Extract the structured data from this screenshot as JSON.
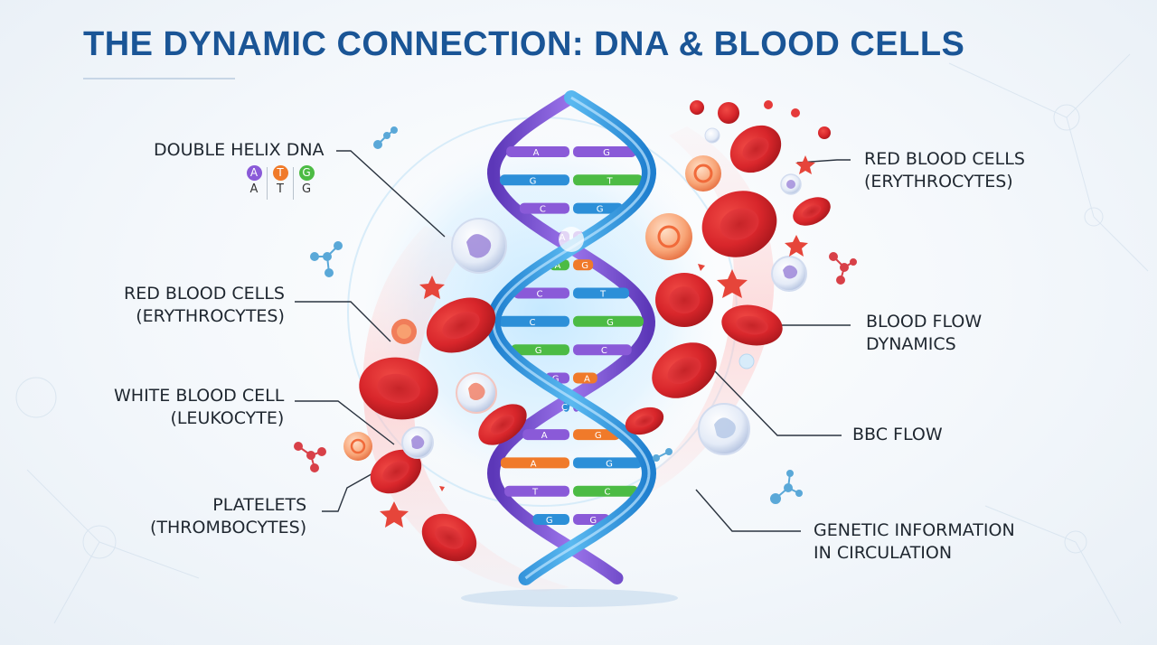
{
  "title": "THE DYNAMIC CONNECTION: DNA & BLOOD CELLS",
  "colors": {
    "title": "#1a5596",
    "helix_blue": "#2a8fd6",
    "helix_purple": "#7b4fd1",
    "rbc_red": "#d8262b",
    "base_pair_colors": [
      "#2c8fd8",
      "#4cbb44",
      "#8a5ad8",
      "#f07a2a"
    ]
  },
  "legend_bases": [
    {
      "letter": "A",
      "color": "#8a5ad8"
    },
    {
      "letter": "T",
      "color": "#f07a2a"
    },
    {
      "letter": "G",
      "color": "#4cbb44"
    }
  ],
  "labels_left": [
    {
      "id": "double-helix",
      "lines": [
        "DOUBLE HELIX DNA"
      ]
    },
    {
      "id": "rbc-left",
      "lines": [
        "RED BLOOD CELLS",
        "(ERYTHROCYTES)"
      ]
    },
    {
      "id": "wbc",
      "lines": [
        "WHITE BLOOD CELL",
        "(LEUKOCYTE)"
      ]
    },
    {
      "id": "platelets",
      "lines": [
        "PLATELETS",
        "(THROMBOCYTES)"
      ]
    }
  ],
  "labels_right": [
    {
      "id": "rbc-right",
      "lines": [
        "RED BLOOD CELLS",
        "(ERYTHROCYTES)"
      ]
    },
    {
      "id": "blood-flow",
      "lines": [
        "BLOOD FLOW",
        "DYNAMICS"
      ]
    },
    {
      "id": "bbc-flow",
      "lines": [
        "BBC FLOW"
      ]
    },
    {
      "id": "genetic-info",
      "lines": [
        "GENETIC INFORMATION",
        "IN CIRCULATION"
      ]
    }
  ],
  "base_pairs": [
    {
      "left": "A",
      "right": "G",
      "lc": "#8a5ad8",
      "rc": "#8a5ad8"
    },
    {
      "left": "G",
      "right": "T",
      "lc": "#2c8fd8",
      "rc": "#4cbb44"
    },
    {
      "left": "C",
      "right": "G",
      "lc": "#8a5ad8",
      "rc": "#2c8fd8"
    },
    {
      "left": "A",
      "right": "G",
      "lc": "#8a5ad8",
      "rc": "#8a5ad8"
    },
    {
      "left": "A",
      "right": "G",
      "lc": "#4cbb44",
      "rc": "#f07a2a"
    },
    {
      "left": "C",
      "right": "T",
      "lc": "#8a5ad8",
      "rc": "#2c8fd8"
    },
    {
      "left": "C",
      "right": "G",
      "lc": "#2c8fd8",
      "rc": "#4cbb44"
    },
    {
      "left": "G",
      "right": "C",
      "lc": "#4cbb44",
      "rc": "#8a5ad8"
    },
    {
      "left": "G",
      "right": "A",
      "lc": "#8a5ad8",
      "rc": "#f07a2a"
    },
    {
      "left": "C",
      "right": "G",
      "lc": "#2c8fd8",
      "rc": "#8a5ad8"
    },
    {
      "left": "A",
      "right": "G",
      "lc": "#8a5ad8",
      "rc": "#f07a2a"
    },
    {
      "left": "A",
      "right": "G",
      "lc": "#f07a2a",
      "rc": "#2c8fd8"
    },
    {
      "left": "T",
      "right": "C",
      "lc": "#8a5ad8",
      "rc": "#4cbb44"
    },
    {
      "left": "G",
      "right": "G",
      "lc": "#2c8fd8",
      "rc": "#8a5ad8"
    }
  ]
}
